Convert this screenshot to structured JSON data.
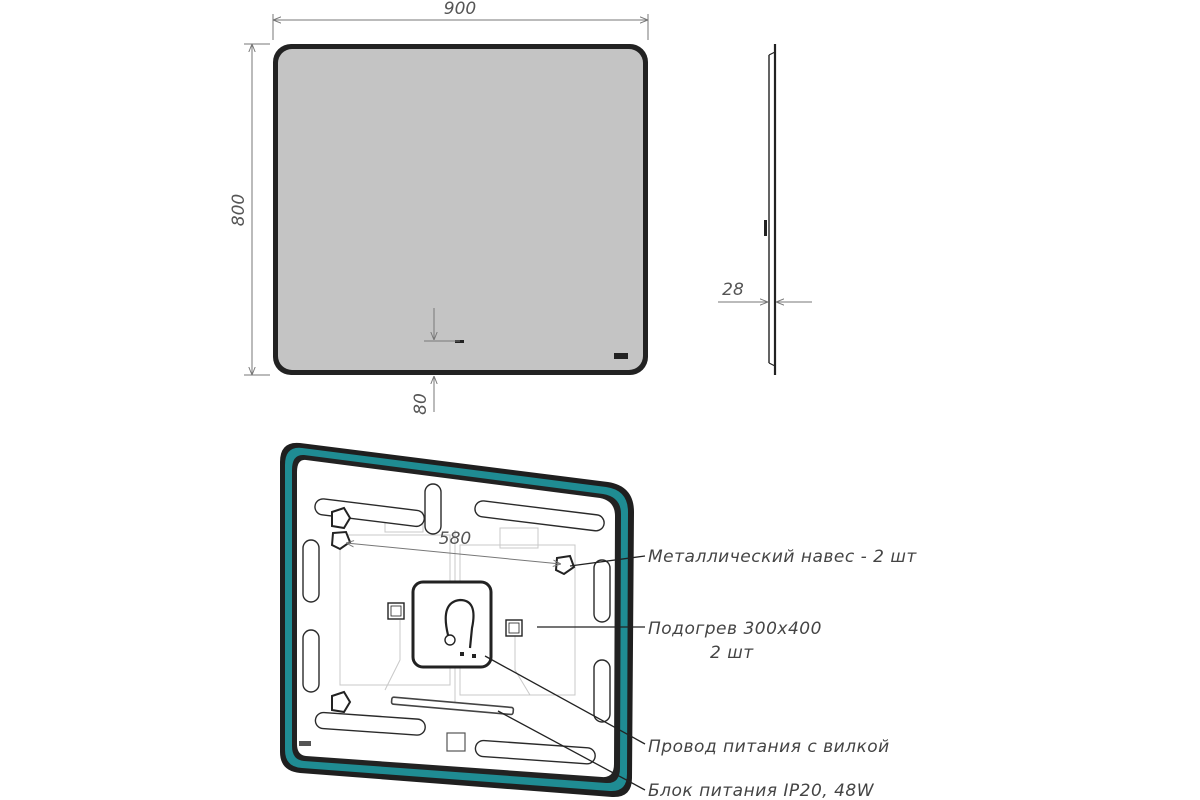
{
  "dimensions": {
    "width": "900",
    "height": "800",
    "depth": "28",
    "bottom_offset": "80",
    "hanger_spacing": "580"
  },
  "callouts": {
    "hangers": "Металлический навес - 2 шт",
    "heater_line1": "Подогрев 300х400",
    "heater_line2": "2 шт",
    "power_cord": "Провод питания с вилкой",
    "power_unit": "Блок питания IP20, 48W"
  },
  "colors": {
    "frame": "#222222",
    "glass": "#c4c4c4",
    "led_strip": "#1f8c93",
    "dimension_line": "#777777"
  }
}
